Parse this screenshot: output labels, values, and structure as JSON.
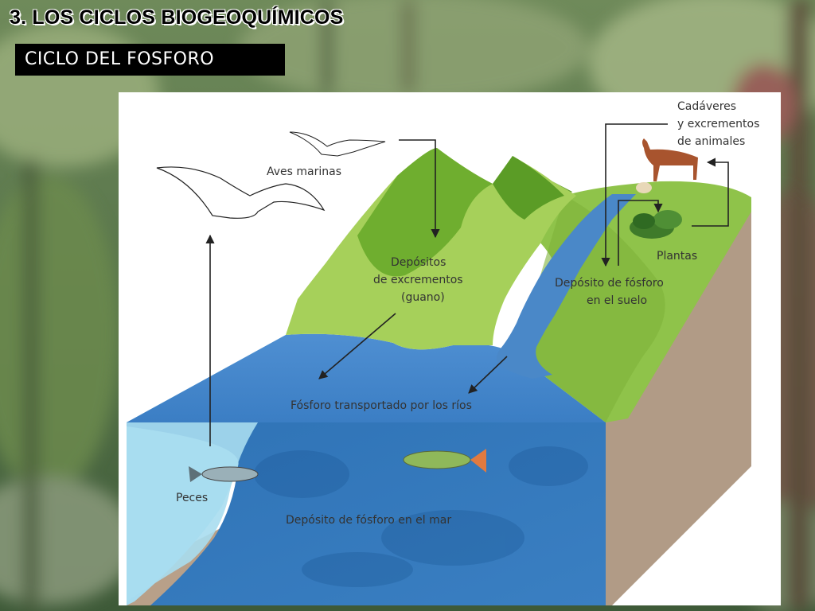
{
  "slide": {
    "heading": "3. LOS CICLOS BIOGEOQUÍMICOS",
    "subheading": "CICLO DEL FOSFORO"
  },
  "diagram": {
    "labels": {
      "aves_marinas": "Aves marinas",
      "depositos_line1": "Depósitos",
      "depositos_line2": "de excrementos",
      "depositos_line3": "(guano)",
      "cadaveres_line1": "Cadáveres",
      "cadaveres_line2": "y excrementos",
      "cadaveres_line3": "de animales",
      "plantas": "Plantas",
      "deposito_suelo_line1": "Depósito de fósforo",
      "deposito_suelo_line2": "en el suelo",
      "fosforo_rios": "Fósforo transportado por los ríos",
      "peces": "Peces",
      "deposito_mar": "Depósito de fósforo en el mar"
    }
  }
}
